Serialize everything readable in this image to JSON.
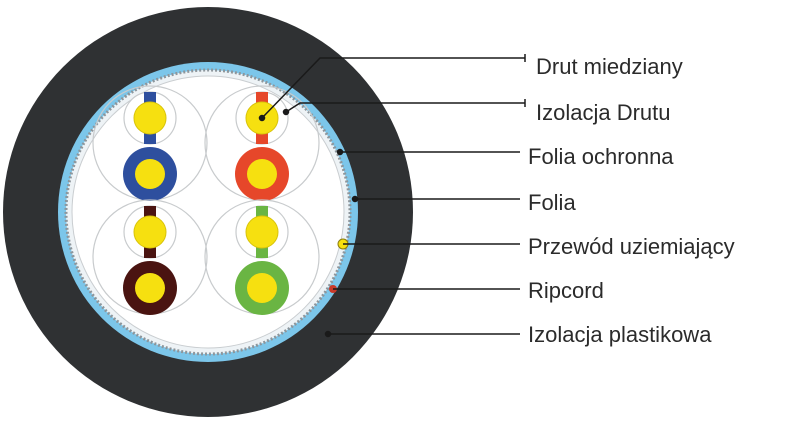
{
  "labels": {
    "copper_wire": "Drut miedziany",
    "wire_insulation": "Izolacja Drutu",
    "protective_foil": "Folia ochronna",
    "foil": "Folia",
    "ground_wire": "Przewód uziemiający",
    "ripcord": "Ripcord",
    "plastic_insulation": "Izolacja plastikowa"
  },
  "colors": {
    "outer_jacket": "#2f3133",
    "foil_blue": "#7cc6ea",
    "inner_fill": "#ffffff",
    "core_yellow": "#f6e010",
    "pair_blue": "#2e4f9e",
    "pair_orange": "#e6472a",
    "pair_brown": "#4a1411",
    "pair_green": "#6ab543",
    "ripcord_red": "#c93a2a",
    "leader_line": "#1a1a1a"
  }
}
